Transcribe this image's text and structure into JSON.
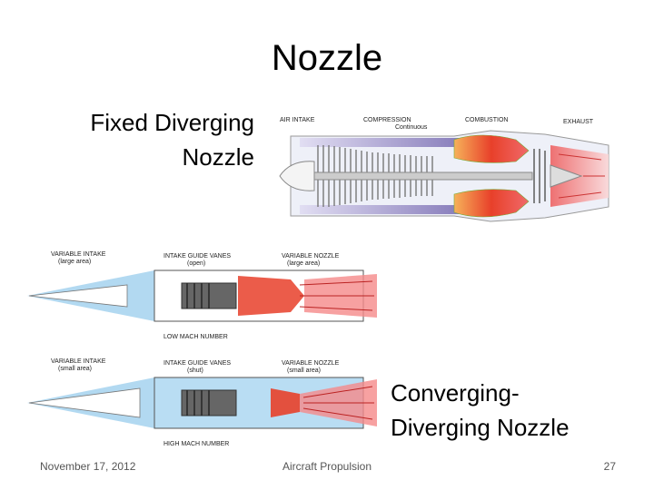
{
  "slide": {
    "title": "Nozzle",
    "label_fixed": "Fixed Diverging\nNozzle",
    "label_fixed_line1": "Fixed Diverging",
    "label_fixed_line2": "Nozzle",
    "label_cd_line1": "Converging-",
    "label_cd_line2": "Diverging Nozzle"
  },
  "turbojet_diagram": {
    "labels": {
      "air_intake": "AIR INTAKE",
      "compression": "COMPRESSION",
      "continuous": "Continuous",
      "combustion": "COMBUSTION",
      "exhaust": "EXHAUST"
    }
  },
  "ramjet_low": {
    "variable_intake": "VARIABLE INTAKE",
    "intake_sub": "(large area)",
    "guide_vanes": "INTAKE GUIDE VANES",
    "guide_sub": "(open)",
    "variable_nozzle": "VARIABLE NOZZLE",
    "nozzle_sub": "(large area)",
    "mach": "LOW MACH NUMBER"
  },
  "ramjet_high": {
    "variable_intake": "VARIABLE INTAKE",
    "intake_sub": "(small area)",
    "guide_vanes": "INTAKE GUIDE VANES",
    "guide_sub": "(shut)",
    "variable_nozzle": "VARIABLE NOZZLE",
    "nozzle_sub": "(small area)",
    "mach": "HIGH MACH NUMBER"
  },
  "footer": {
    "date": "November 17, 2012",
    "center": "Aircraft Propulsion",
    "page": "27"
  },
  "colors": {
    "hot": "#e8402a",
    "cold": "#9fcfee",
    "combustion_purple": "#5a4aa0"
  }
}
